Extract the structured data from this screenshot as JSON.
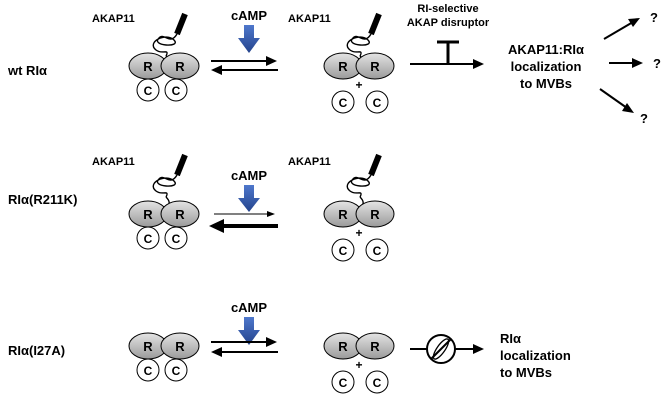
{
  "labels": {
    "akap11": "AKAP11",
    "camp": "cAMP",
    "r": "R",
    "c": "C",
    "plus": "+",
    "question": "?",
    "disruptor_line1": "RI-selective",
    "disruptor_line2": "AKAP disruptor"
  },
  "rows": [
    {
      "id": "wt",
      "name": "wt RIα",
      "outcome_lines": [
        "AKAP11:RIα",
        "localization",
        "to MVBs"
      ]
    },
    {
      "id": "r211k",
      "name": "RIα(R211K)"
    },
    {
      "id": "i27a",
      "name": "RIα(I27A)",
      "outcome_lines": [
        "RIα",
        "localization",
        "to MVBs"
      ]
    }
  ],
  "colors": {
    "r_subunit_fill": "#bdbdbd",
    "camp_arrow": "#3a5fb0",
    "line": "#000000"
  }
}
